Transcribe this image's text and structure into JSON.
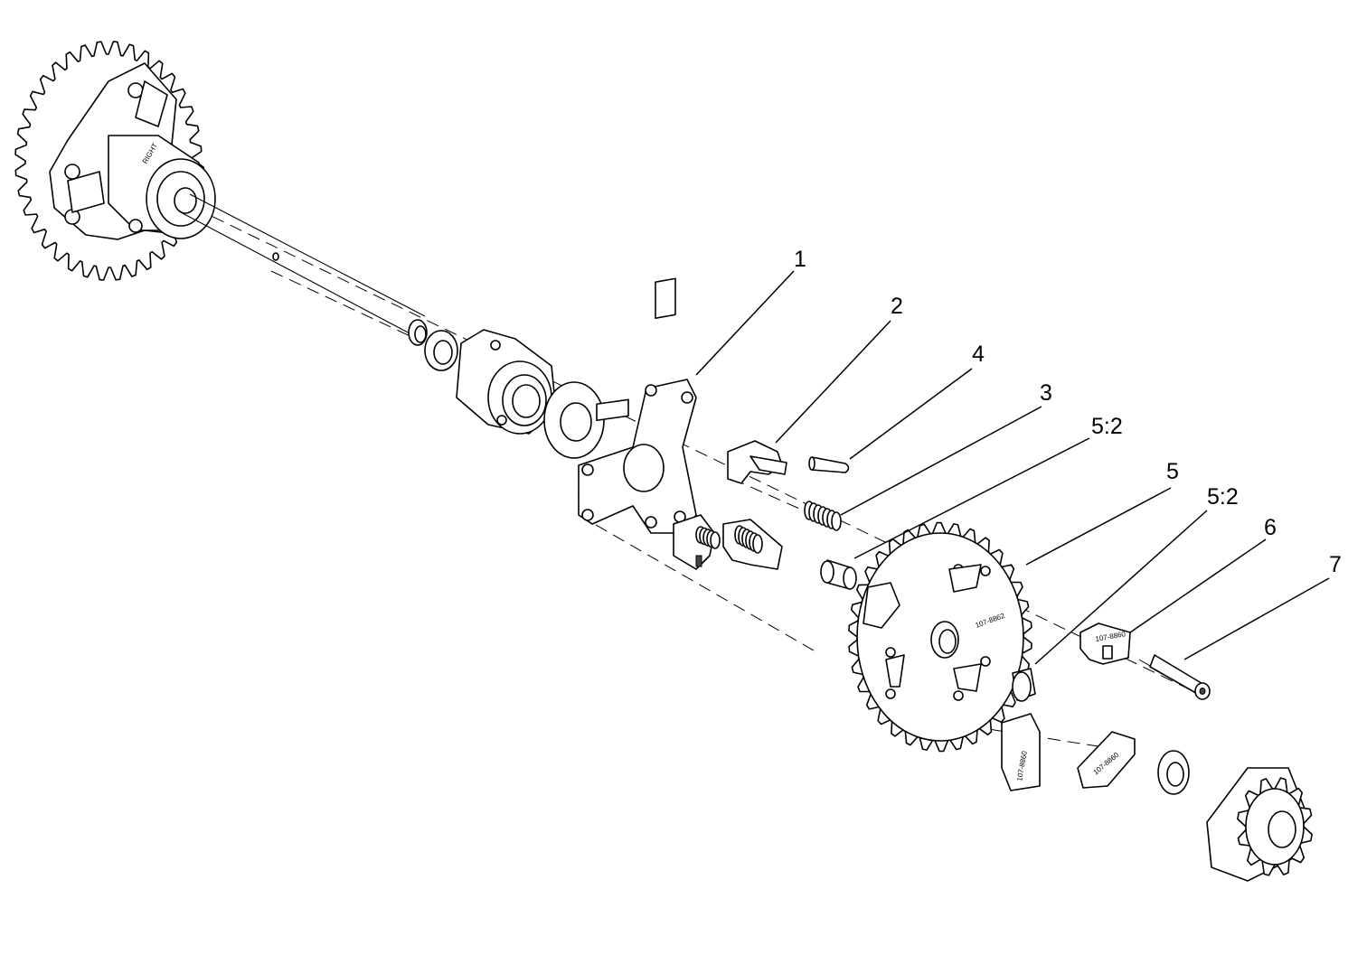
{
  "figure": {
    "type": "exploded-parts-diagram",
    "callouts": [
      {
        "id": "c1",
        "label": "1"
      },
      {
        "id": "c2",
        "label": "2"
      },
      {
        "id": "c4",
        "label": "4"
      },
      {
        "id": "c3",
        "label": "3"
      },
      {
        "id": "c52a",
        "label": "5:2"
      },
      {
        "id": "c5",
        "label": "5"
      },
      {
        "id": "c52b",
        "label": "5:2"
      },
      {
        "id": "c6",
        "label": "6"
      },
      {
        "id": "c7",
        "label": "7"
      }
    ],
    "embossed_text": {
      "hub_brand": "RIGHT",
      "sprocket_marking": "107-8862",
      "weight_marking": "107-8860",
      "weight_marking_2": "107-8860",
      "weight_marking_3": "107-8860"
    }
  }
}
